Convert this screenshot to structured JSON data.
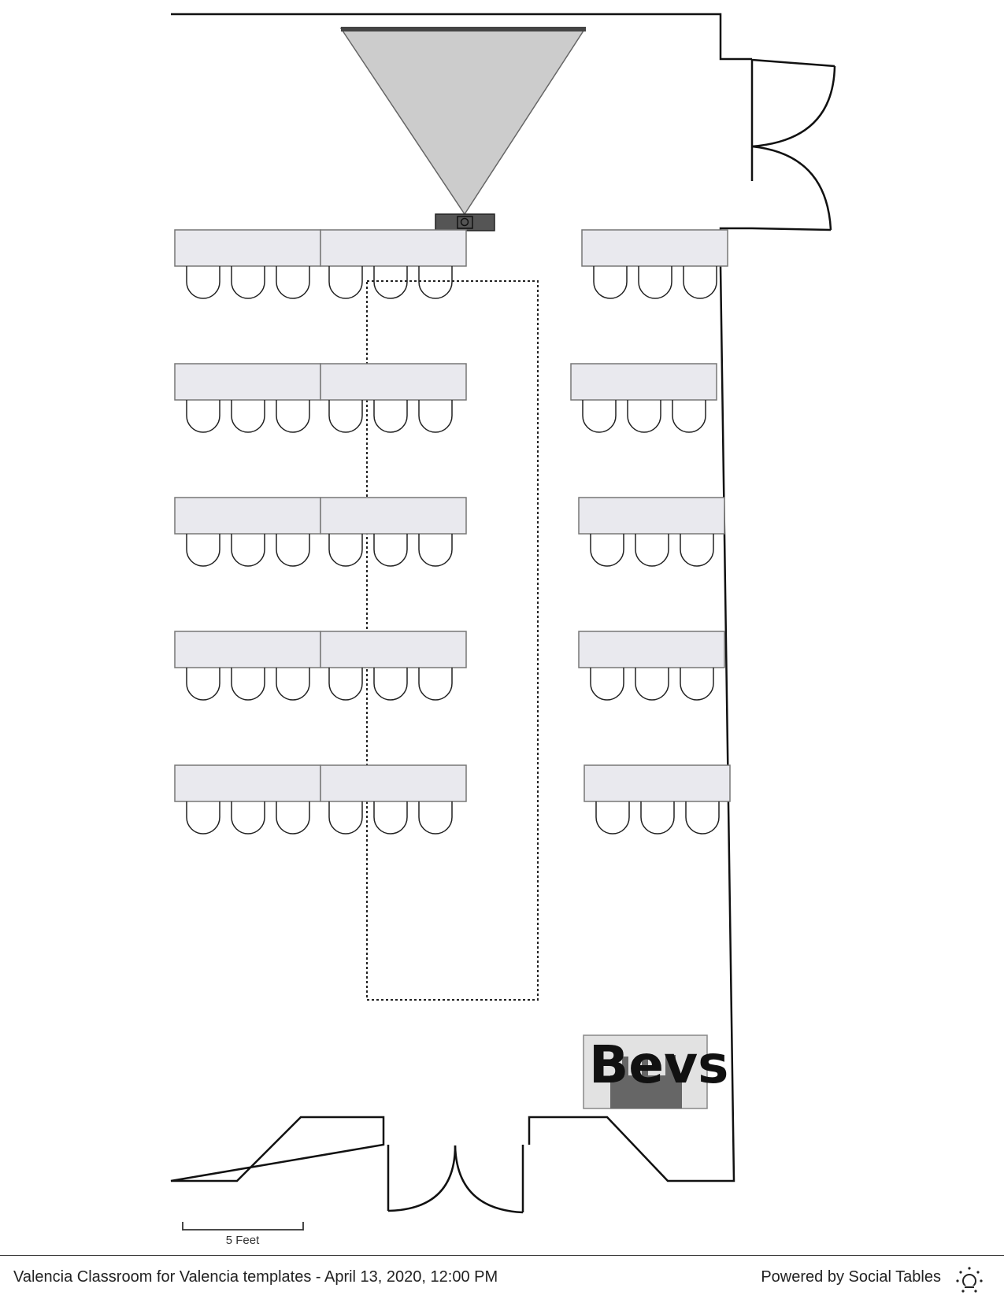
{
  "room": {
    "station_label": "Bevs",
    "scale_label": "5 Feet"
  },
  "tables": [
    {
      "row": 1,
      "group": "left",
      "seats": 6
    },
    {
      "row": 1,
      "group": "right",
      "seats": 3
    },
    {
      "row": 2,
      "group": "left",
      "seats": 6
    },
    {
      "row": 2,
      "group": "right",
      "seats": 3
    },
    {
      "row": 3,
      "group": "left",
      "seats": 6
    },
    {
      "row": 3,
      "group": "right",
      "seats": 3
    },
    {
      "row": 4,
      "group": "left",
      "seats": 6
    },
    {
      "row": 4,
      "group": "right",
      "seats": 3
    },
    {
      "row": 5,
      "group": "left",
      "seats": 6
    },
    {
      "row": 5,
      "group": "right",
      "seats": 3
    }
  ],
  "footer": {
    "caption": "Valencia Classroom for Valencia templates - April 13, 2020, 12:00 PM",
    "credit": "Powered by Social Tables",
    "credit_icon": "sun-icon"
  },
  "colors": {
    "table_fill": "#e9e9ee",
    "table_stroke": "#777777",
    "wall": "#111111",
    "screen_fill": "#cccccc",
    "projector": "#555555",
    "bevs_bg": "#e2e2e2",
    "bevs_graphic": "#666666"
  }
}
